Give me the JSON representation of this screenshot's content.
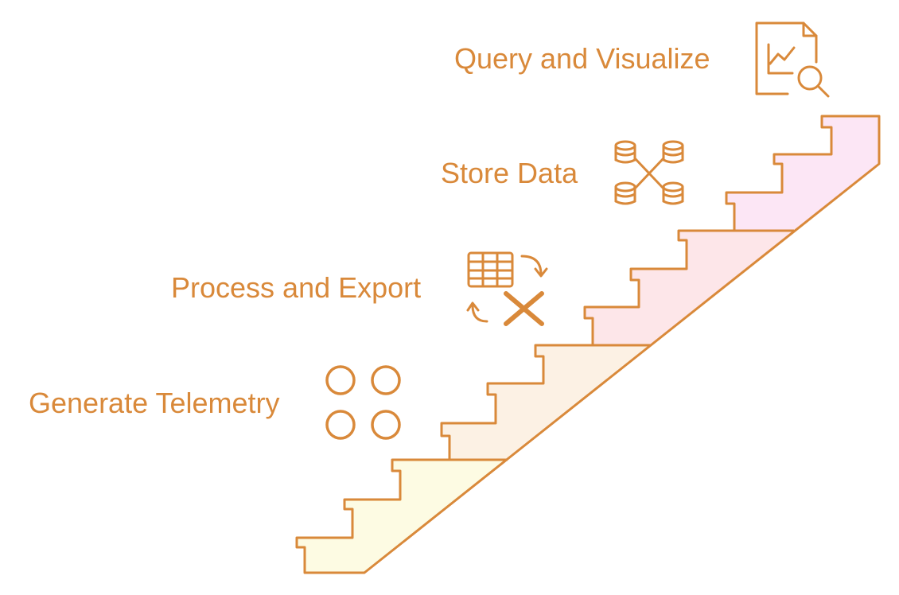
{
  "diagram": {
    "type": "staircase",
    "accent_color": "#d9893a",
    "steps": [
      {
        "label": "Generate Telemetry",
        "icon": "four-circles-icon",
        "fill": "#fdfbe3"
      },
      {
        "label": "Process and Export",
        "icon": "spreadsheet-export-icon",
        "fill": "#fcf1e4"
      },
      {
        "label": "Store Data",
        "icon": "database-network-icon",
        "fill": "#fde6e9"
      },
      {
        "label": "Query and Visualize",
        "icon": "chart-search-document-icon",
        "fill": "#fce6f5"
      }
    ]
  }
}
